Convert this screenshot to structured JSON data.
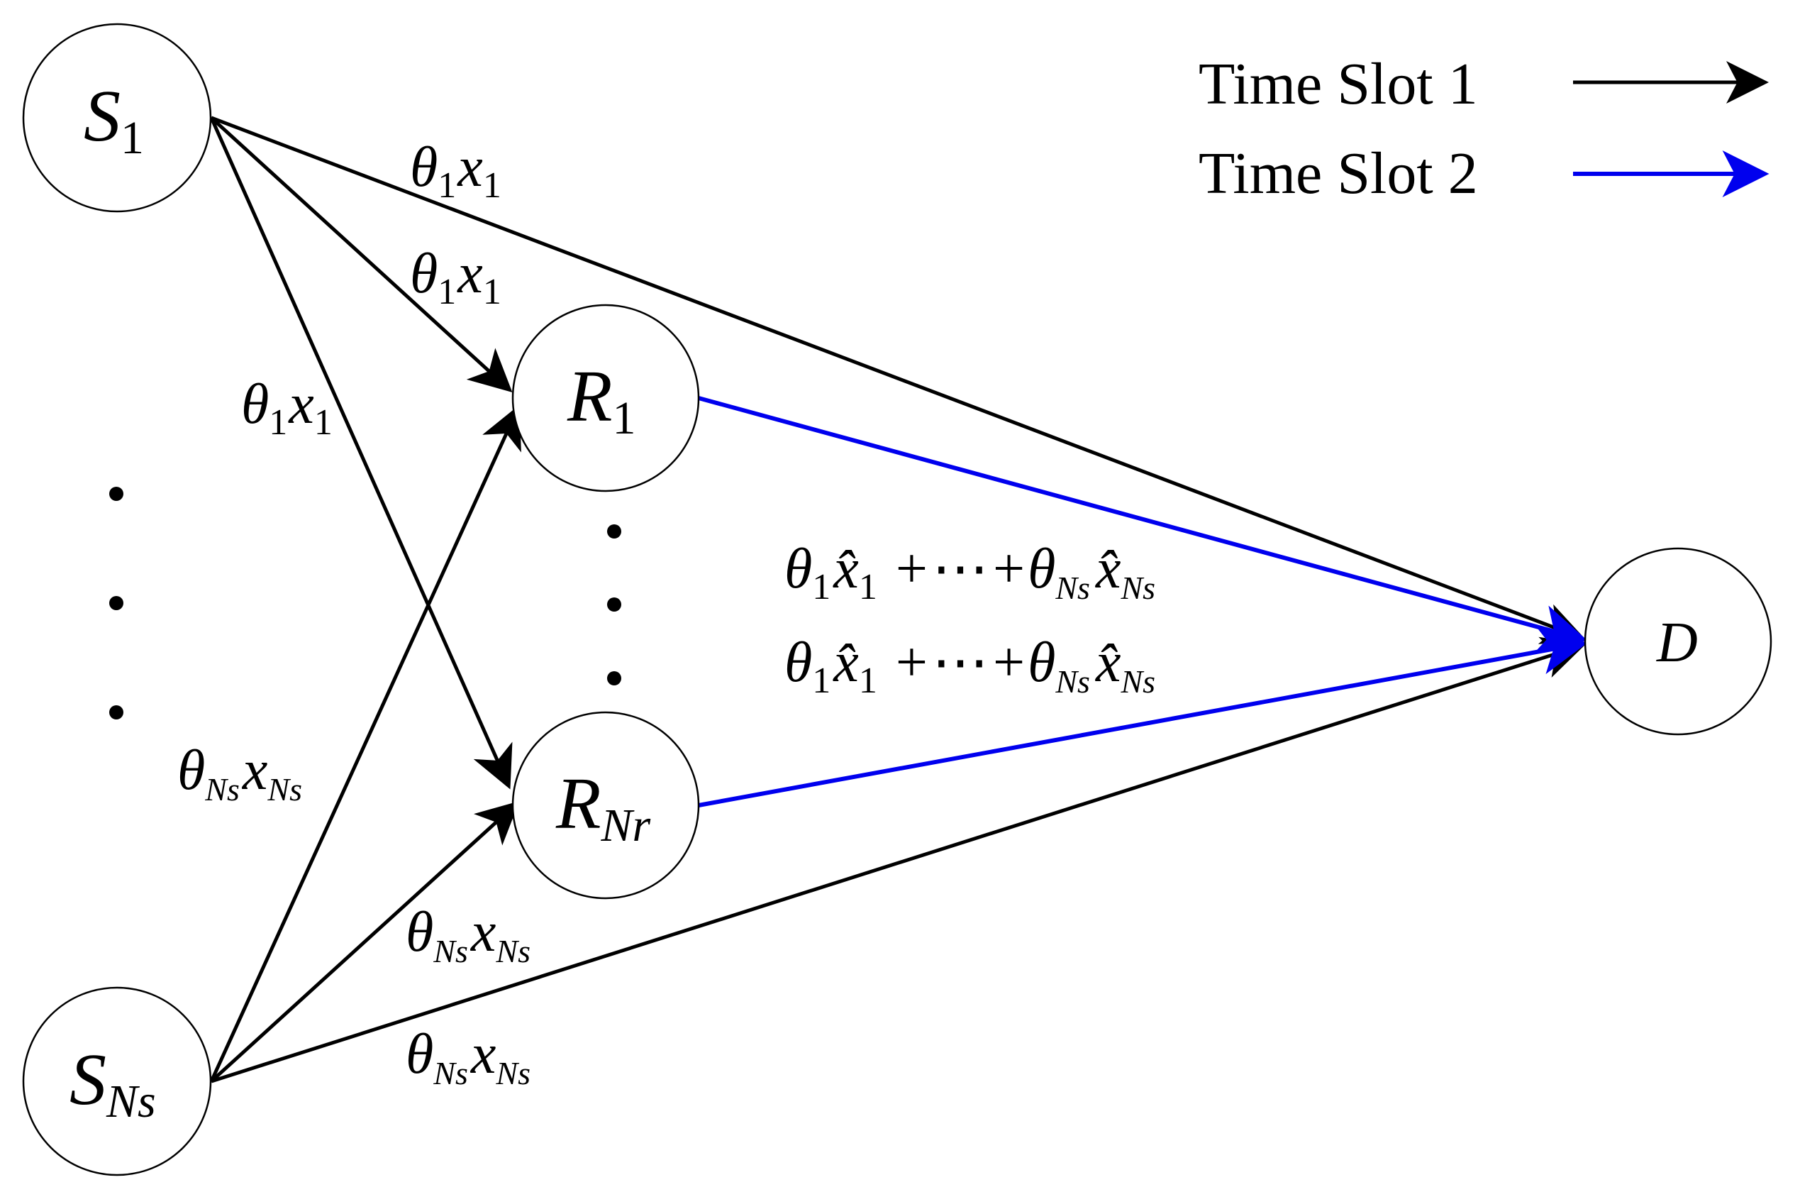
{
  "nodes": {
    "s1": {
      "main": "S",
      "sub": "1"
    },
    "sns": {
      "main": "S",
      "sub": "Ns"
    },
    "r1": {
      "main": "R",
      "sub": "1"
    },
    "rnr": {
      "main": "R",
      "sub": "Nr"
    },
    "d": {
      "main": "D"
    }
  },
  "legend": {
    "slot1": {
      "label": "Time Slot 1",
      "color": "#000000"
    },
    "slot2": {
      "label": "Time Slot 2",
      "color": "#0000ee"
    }
  },
  "edge_labels": {
    "s1_to_d": {
      "coef": "θ",
      "coef_sub": "1",
      "sym": "x",
      "sym_sub": "1"
    },
    "s1_to_r1": {
      "coef": "θ",
      "coef_sub": "1",
      "sym": "x",
      "sym_sub": "1"
    },
    "s1_to_rnr": {
      "coef": "θ",
      "coef_sub": "1",
      "sym": "x",
      "sym_sub": "1"
    },
    "sns_to_r1": {
      "coef": "θ",
      "coef_sub": "Ns",
      "sym": "x",
      "sym_sub": "Ns"
    },
    "sns_to_rnr": {
      "coef": "θ",
      "coef_sub": "Ns",
      "sym": "x",
      "sym_sub": "Ns"
    },
    "sns_to_d": {
      "coef": "θ",
      "coef_sub": "Ns",
      "sym": "x",
      "sym_sub": "Ns"
    },
    "relay_sum": {
      "coef1": "θ",
      "coef1_sub": "1",
      "sym1": "x̂",
      "sym1_sub": "1",
      "op1": "+",
      "dots": "⋯",
      "op2": "+",
      "coef2": "θ",
      "coef2_sub": "Ns",
      "sym2": "x̂",
      "sym2_sub": "Ns"
    }
  },
  "ellipsis_dot": "•"
}
